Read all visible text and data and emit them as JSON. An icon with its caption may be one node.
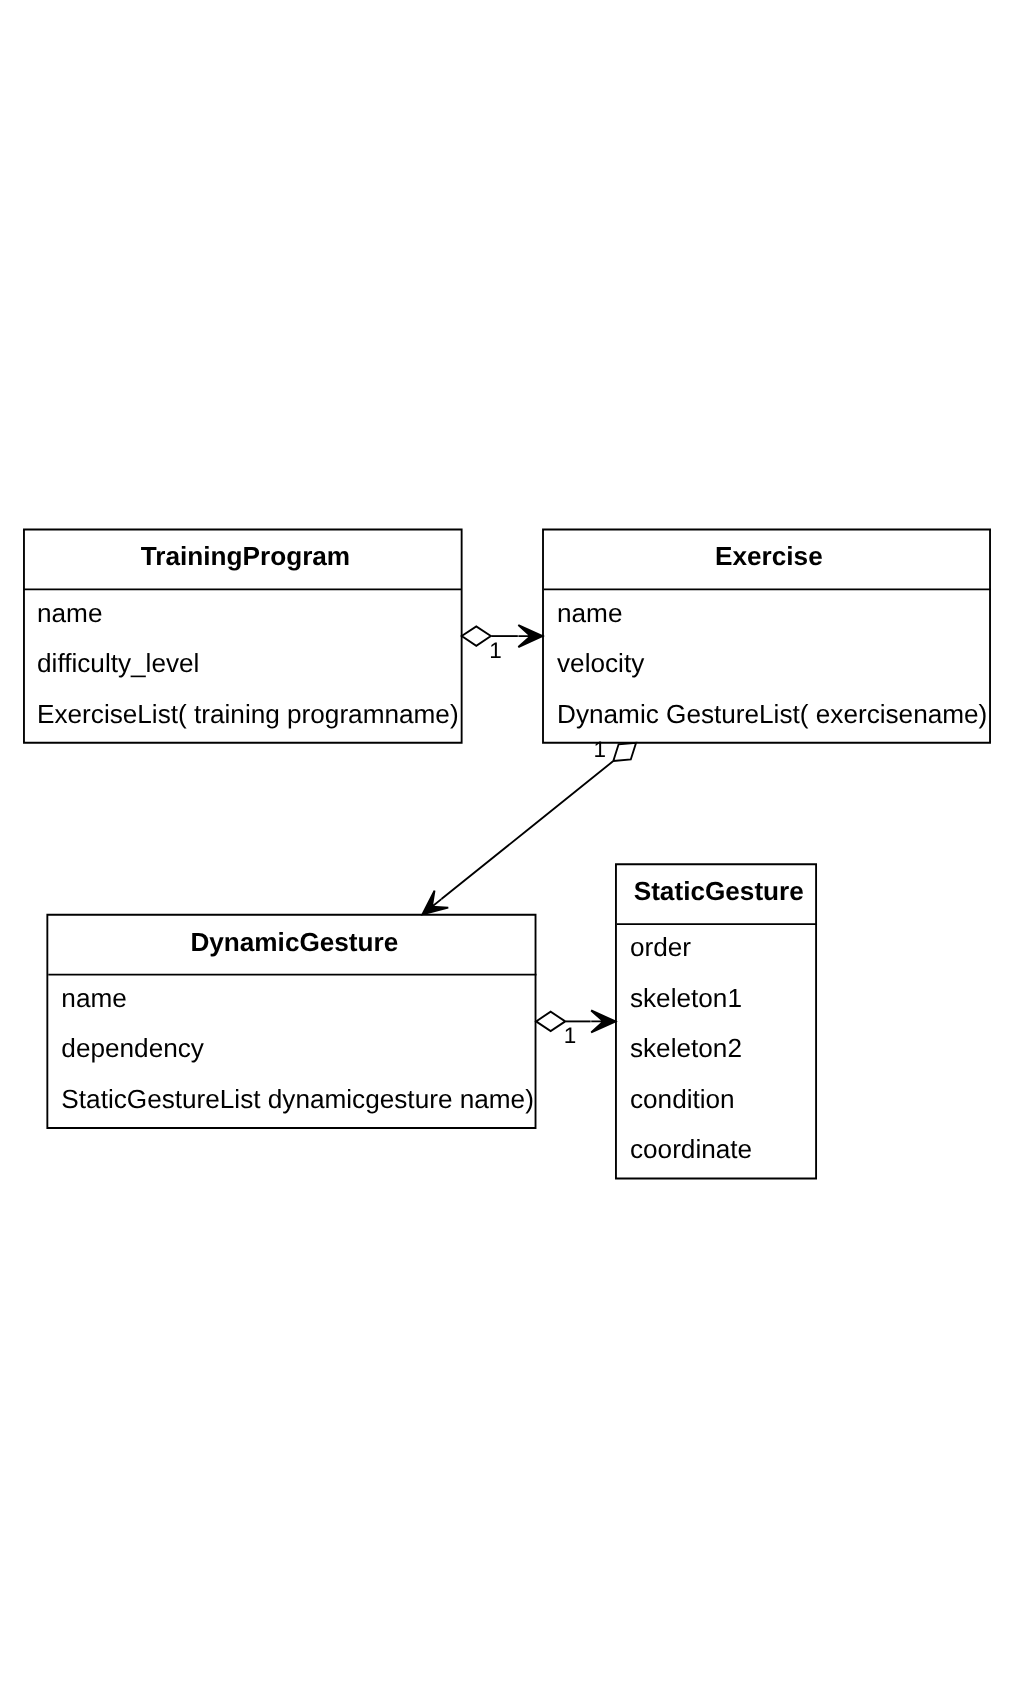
{
  "diagram": {
    "nodes": [
      {
        "text": [
          "TrainingProgram",
          "name",
          "difficulty_level",
          "ExerciseList( training programname)"
        ]
      },
      {
        "text": [
          "Exercise",
          "name",
          "velocity",
          "Dynamic GestureList( exercisename)"
        ]
      },
      {
        "text": [
          "StaticGesture",
          "order",
          "skeleton1",
          "skeleton2",
          "condition",
          "coordinate"
        ]
      },
      {
        "text": [
          "DynamicGesture",
          "name",
          "dependency",
          "StaticGestureList dynamicgesture name)"
        ]
      }
    ],
    "edges": [
      {
        "from": 0,
        "to": 1,
        "arrow": "to",
        "label": "1"
      },
      {
        "from": 1,
        "to": 3,
        "arrow": "to",
        "label": "1"
      },
      {
        "from": 3,
        "to": 2,
        "arrow": "to",
        "label": "1"
      }
    ]
  }
}
